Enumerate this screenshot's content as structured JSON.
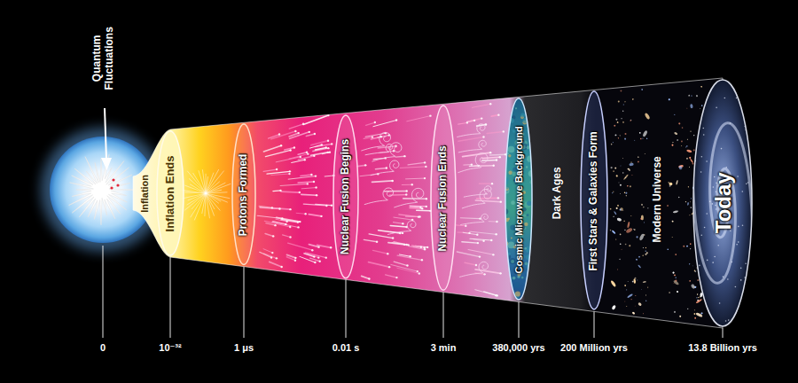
{
  "diagram": {
    "nodes": [
      {
        "text": [
          "Inflation Ends"
        ]
      },
      {
        "text": [
          "Protons Formed"
        ]
      },
      {
        "text": [
          "Nuclear Fusion Begins"
        ]
      },
      {
        "text": [
          "Nuclear Fusion Ends"
        ]
      },
      {
        "text": [
          "Cosmic Microwave Background"
        ]
      },
      {
        "text": [
          "First Stars & Galaxies Form"
        ]
      },
      {
        "text": [
          "Today"
        ]
      }
    ],
    "labels": [
      "Quantum Fluctuations",
      "Inflation",
      "Dark Ages",
      "Modern Universe",
      "0",
      "10⁻³²",
      "1 μs",
      "0.01 s",
      "3 min",
      "380,000 yrs",
      "200 Million yrs",
      "13.8 Billion yrs"
    ]
  }
}
